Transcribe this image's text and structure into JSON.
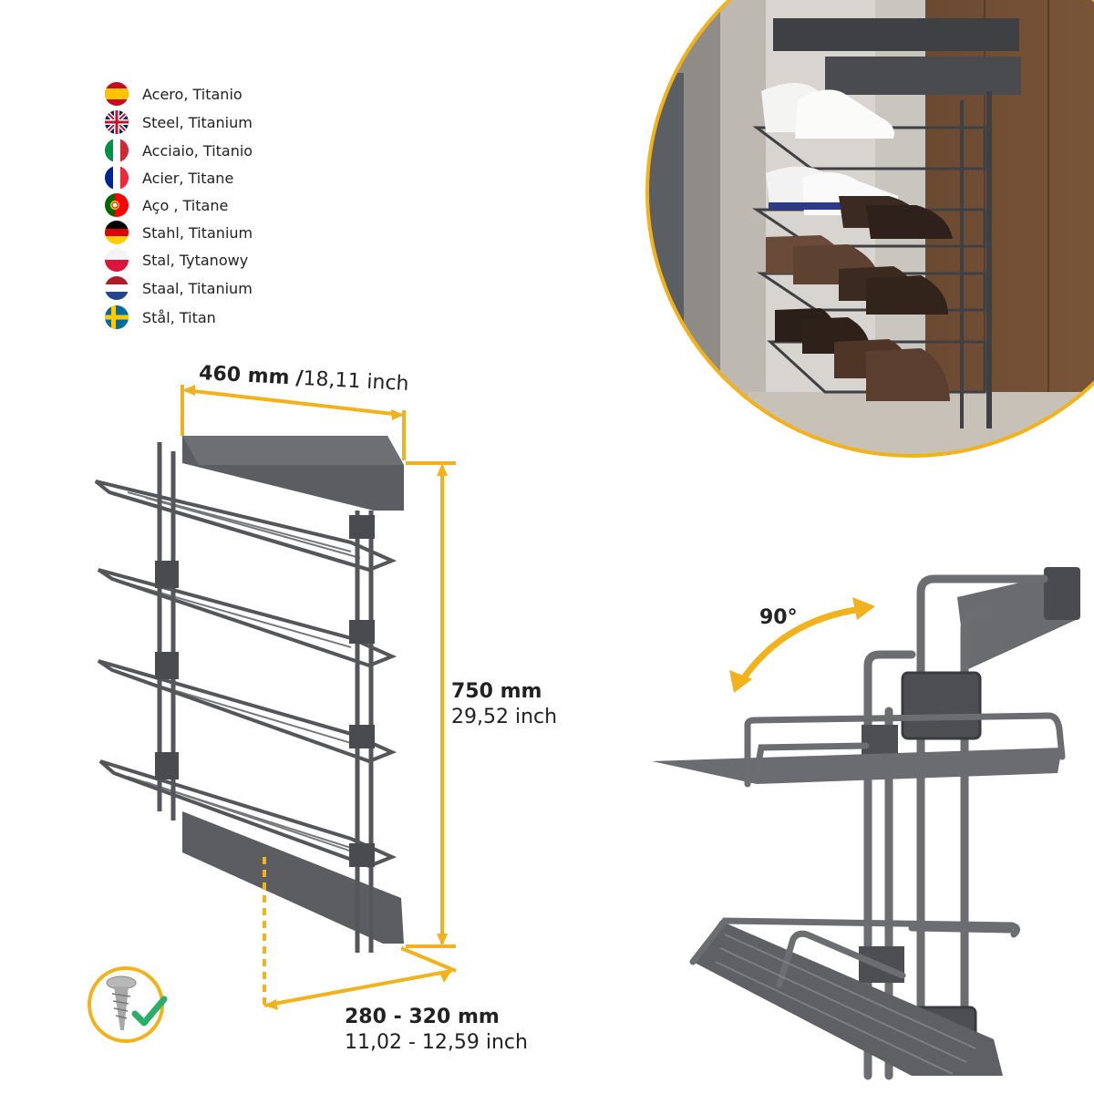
{
  "materials": [
    {
      "flag": "spain-flag-icon",
      "label": "Acero, Titanio"
    },
    {
      "flag": "uk-flag-icon",
      "label": "Steel, Titanium"
    },
    {
      "flag": "italy-flag-icon",
      "label": "Acciaio, Titanio"
    },
    {
      "flag": "france-flag-icon",
      "label": "Acier, Titane"
    },
    {
      "flag": "portugal-flag-icon",
      "label": "Aço , Titane"
    },
    {
      "flag": "germany-flag-icon",
      "label": "Stahl, Titanium"
    },
    {
      "flag": "poland-flag-icon",
      "label": "Stal, Tytanowy"
    },
    {
      "flag": "netherlands-flag-icon",
      "label": "Staal, Titanium"
    },
    {
      "flag": "sweden-flag-icon",
      "label": "Stål, Titan"
    }
  ],
  "dimensions": {
    "width_mm": "460 mm",
    "width_sep": "/",
    "width_inch": "18,11 inch",
    "height_mm": "750 mm",
    "height_inch": "29,52 inch",
    "depth_mm": "280 - 320 mm",
    "depth_inch": "11,02 - 12,59 inch"
  },
  "rotation": {
    "angle": "90°"
  },
  "colors": {
    "accent": "#F2B21B",
    "check": "#2BAE66",
    "metal": "#55565a"
  },
  "icons": [
    "screw-icon",
    "checkmark-icon",
    "rotation-arrow-icon"
  ]
}
